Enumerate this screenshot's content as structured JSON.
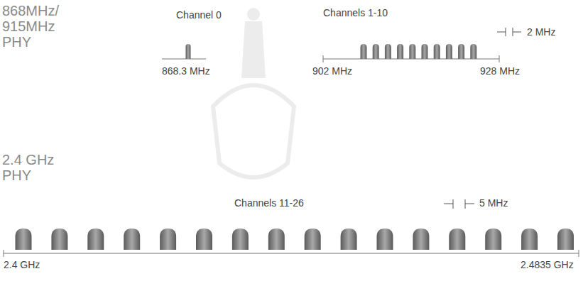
{
  "diagram": {
    "labels": [
      "868MHz/ 915MHz PHY",
      "Channel 0",
      "Channels 1-10",
      "2 MHz",
      "868.3 MHz",
      "902 MHz",
      "928 MHz",
      "2.4 GHz PHY",
      "Channels 11-26",
      "5 MHz",
      "2.4 GHz",
      "2.4835 GHz"
    ]
  }
}
